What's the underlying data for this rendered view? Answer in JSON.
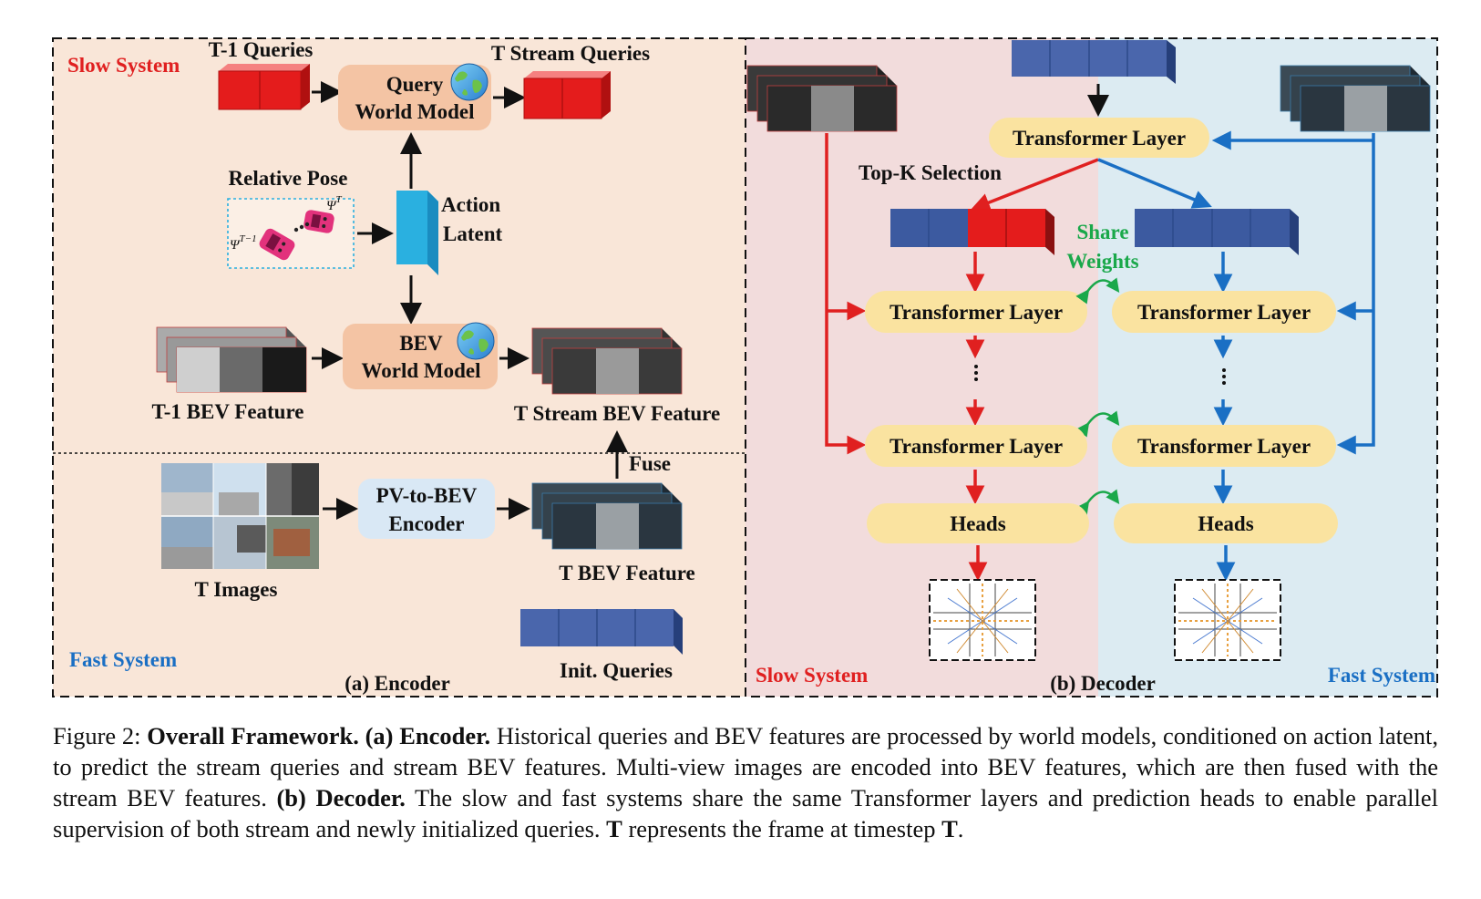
{
  "encoder": {
    "panel_title": "(a) Encoder",
    "slow_system": "Slow System",
    "fast_system": "Fast System",
    "prev_queries": "T-1 Queries",
    "stream_queries": "T Stream Queries",
    "query_wm_1": "Query",
    "query_wm_2": "World Model",
    "relative_pose": "Relative Pose",
    "pose_prev": "Ψ",
    "pose_prev_sup": "T−1",
    "pose_cur": "Ψ",
    "pose_cur_sup": "T",
    "action_latent_1": "Action",
    "action_latent_2": "Latent",
    "bev_wm_1": "BEV",
    "bev_wm_2": "World Model",
    "prev_bev": "T-1 BEV Feature",
    "stream_bev": "T Stream BEV Feature",
    "fuse": "Fuse",
    "images": "T Images",
    "pv2bev_1": "PV-to-BEV",
    "pv2bev_2": "Encoder",
    "bev_feature": "T BEV Feature",
    "init_queries": "Init. Queries"
  },
  "decoder": {
    "panel_title": "(b) Decoder",
    "slow_system": "Slow System",
    "fast_system": "Fast System",
    "transformer_layer": "Transformer Layer",
    "topk": "Top-K Selection",
    "share_1": "Share",
    "share_2": "Weights",
    "heads": "Heads"
  },
  "caption": {
    "lead": "Figure 2:",
    "b1": "Overall Framework.",
    "b2": "(a) Encoder.",
    "t1": "Historical queries and BEV features are processed by world models, conditioned on action latent, to predict the stream queries and stream BEV features. Multi-view images are encoded into BEV features, which are then fused with the stream BEV features.",
    "b3": "(b) Decoder.",
    "t2": "The slow and fast systems share the same Transformer layers and prediction heads to enable parallel supervision of both stream and newly initialized queries.",
    "b4": "T",
    "t3": "represents the frame at timestep",
    "b5": "T",
    "t4": "."
  },
  "colors": {
    "encoder_bg": "#f9e6d8",
    "decoder_slow_bg": "#f2dcdc",
    "decoder_fast_bg": "#dcebf2",
    "slow_red": "#e02020",
    "fast_blue": "#1a6fc4",
    "share_green": "#1aa84a",
    "layer_fill": "#fae3a0",
    "wm_fill": "#f4c4a4",
    "pv_fill": "#d9e8f5",
    "query_blue": "#3c5aa0",
    "query_red": "#e41c1c",
    "latent_cyan": "#2ab0e0"
  },
  "icons": [
    "globe-icon",
    "car-icon",
    "map-thumbnail",
    "camera-image"
  ]
}
